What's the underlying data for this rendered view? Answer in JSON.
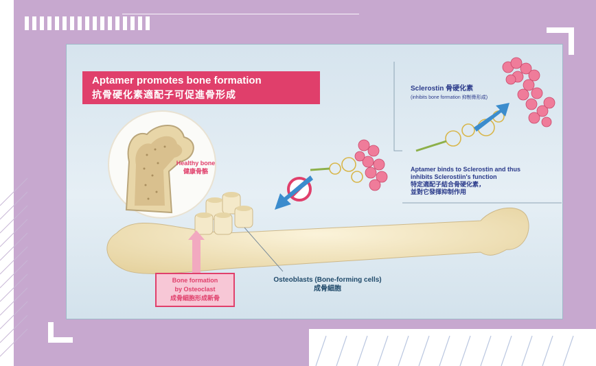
{
  "title": {
    "en": "Aptamer promotes bone formation",
    "zh": "抗骨硬化素適配子可促進骨形成"
  },
  "healthy_bone": {
    "en": "Healthy bone",
    "zh": "健康骨骼"
  },
  "bone_formation": {
    "line1": "Bone formation",
    "line2": "by Osteoclast",
    "zh": "成骨細胞形成新骨"
  },
  "osteoblasts": {
    "en": "Osteoblasts (Bone-forming cells)",
    "zh": "成骨細胞"
  },
  "sclerostin": {
    "title": "Sclerostin 骨硬化素",
    "subtitle": "(inhibits bone formation 抑制骨形成)"
  },
  "aptamer_binding": {
    "line1": "Aptamer binds to Sclerostin and thus",
    "line2": "inhibits Sclerostiin's function",
    "zh1": "特定適配子結合骨硬化素，",
    "zh2": "並對它發揮抑制作用"
  },
  "colors": {
    "accent": "#e03f6b",
    "frame": "#c7a8cf",
    "text_blue": "#2a3a8a",
    "bone": "#f2e6c2"
  },
  "icons": [
    "no-entry-icon",
    "arrow-up-right-icon",
    "arrow-down-left-icon",
    "arrow-up-icon"
  ]
}
